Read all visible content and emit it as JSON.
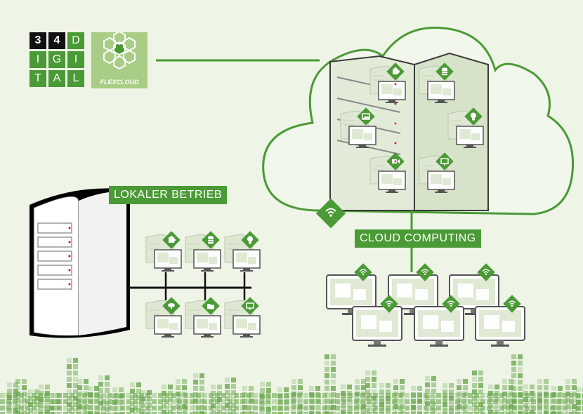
{
  "logo": {
    "cells": [
      "3",
      "4",
      "D",
      "I",
      "G",
      "I",
      "T",
      "A",
      "L"
    ],
    "product": "FLEXCLOUD"
  },
  "labels": {
    "local": "LOKALER BETRIEB",
    "cloud": "CLOUD COMPUTING"
  },
  "icons": {
    "local_servers_top": [
      "puzzle-icon",
      "database-icon",
      "lightbulb-icon"
    ],
    "local_servers_bottom": [
      "cloud-download-icon",
      "folder-icon",
      "monitor-icon"
    ],
    "cloud_servers": [
      "puzzle-icon",
      "database-icon",
      "image-icon",
      "lightbulb-icon",
      "video-icon",
      "monitor-icon"
    ],
    "network": "wifi-icon"
  },
  "colors": {
    "brand_green": "#4a9a35",
    "light_green": "#a9cc86",
    "background": "#eef4e6"
  }
}
